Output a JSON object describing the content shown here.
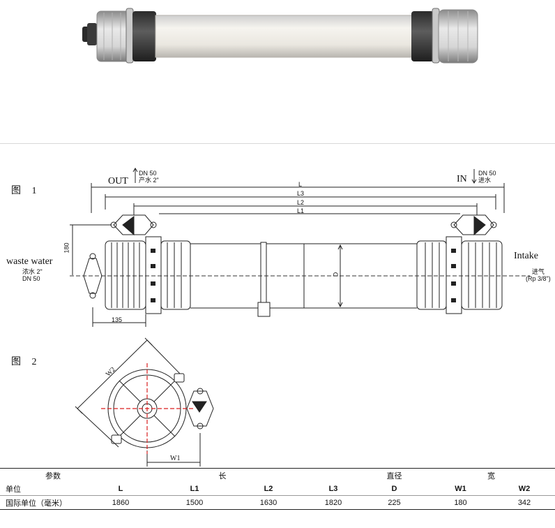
{
  "figure1": {
    "label": "图 1",
    "out_label": "OUT",
    "in_label": "IN",
    "product_note": [
      "DN 50",
      "产水 2\""
    ],
    "inlet_note": [
      "DN 50",
      "进水"
    ],
    "waste_label": "waste water",
    "concentrate_note": [
      "浓水 2\"",
      "DN 50"
    ],
    "intake_label": "Intake",
    "air_note": [
      "进气",
      "(Rp 3/8\")"
    ],
    "dims": {
      "L": "L",
      "L1": "L1",
      "L2": "L2",
      "L3": "L3",
      "D": "D",
      "height": "180",
      "offset": "135"
    }
  },
  "figure2": {
    "label": "图 2",
    "w1": "W1",
    "w2": "W2"
  },
  "spec_table": {
    "param_label": "参数",
    "group_length": "长",
    "group_diameter": "直径",
    "group_width": "宽",
    "unit_label": "单位",
    "symbols": [
      "L",
      "L1",
      "L2",
      "L3",
      "D",
      "W1",
      "W2"
    ],
    "row_label": "国际单位（毫米）",
    "values": [
      "1860",
      "1500",
      "1630",
      "1820",
      "225",
      "180",
      "342"
    ]
  }
}
